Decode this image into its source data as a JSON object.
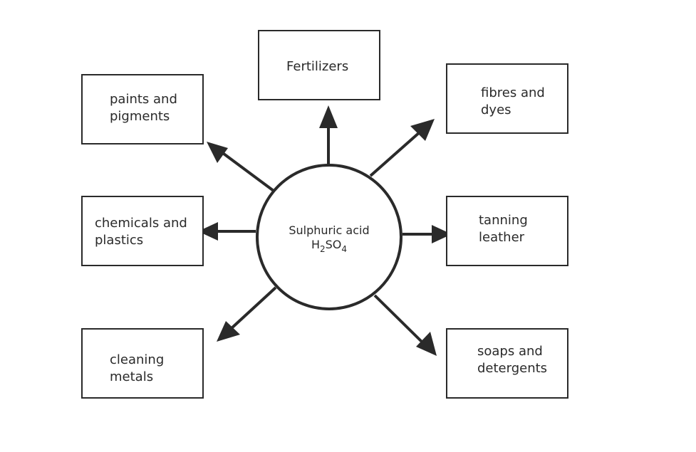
{
  "diagram": {
    "type": "hub-and-spoke",
    "center": {
      "name": "Sulphuric acid",
      "formula_parts": [
        "H",
        "2",
        "SO",
        "4"
      ]
    },
    "uses": [
      {
        "id": "fertilizers",
        "lines": [
          "Fertilizers"
        ]
      },
      {
        "id": "fibres-dyes",
        "lines": [
          "fibres and",
          "dyes"
        ]
      },
      {
        "id": "tanning-leather",
        "lines": [
          "tanning",
          "leather"
        ]
      },
      {
        "id": "soaps-detergents",
        "lines": [
          "soaps and",
          "detergents"
        ]
      },
      {
        "id": "cleaning-metals",
        "lines": [
          "cleaning",
          "metals"
        ]
      },
      {
        "id": "chemicals-plastics",
        "lines": [
          "chemicals and",
          "plastics"
        ]
      },
      {
        "id": "paints-pigments",
        "lines": [
          "paints and",
          "pigments"
        ]
      }
    ],
    "colors": {
      "stroke": "#2a2a2a",
      "background": "#ffffff"
    }
  }
}
